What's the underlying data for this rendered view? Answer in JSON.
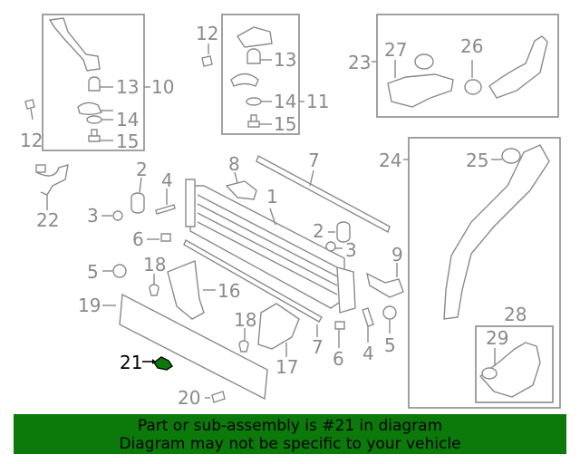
{
  "diagram": {
    "callouts": {
      "c1": "1",
      "c2a": "2",
      "c2b": "2",
      "c3a": "3",
      "c3b": "3",
      "c4a": "4",
      "c4b": "4",
      "c5a": "5",
      "c5b": "5",
      "c6a": "6",
      "c6b": "6",
      "c7a": "7",
      "c7b": "7",
      "c8": "8",
      "c9": "9",
      "c10": "10",
      "c11": "11",
      "c12a": "12",
      "c12b": "12",
      "c13a": "13",
      "c13b": "13",
      "c14a": "14",
      "c14b": "14",
      "c15a": "15",
      "c15b": "15",
      "c16": "16",
      "c17": "17",
      "c18a": "18",
      "c18b": "18",
      "c19": "19",
      "c20": "20",
      "c21": "21",
      "c22": "22",
      "c23": "23",
      "c24": "24",
      "c25": "25",
      "c26": "26",
      "c27": "27",
      "c28": "28",
      "c29": "29"
    },
    "highlighted_part": "21",
    "colors": {
      "line": "#8a8a8a",
      "highlight": "#000000",
      "highlight_part": "#0b7a0b"
    }
  },
  "banner": {
    "line1": "Part or sub-assembly is #21 in diagram",
    "line2": "Diagram may not be specific to your vehicle",
    "background": "#0b7a0b"
  }
}
